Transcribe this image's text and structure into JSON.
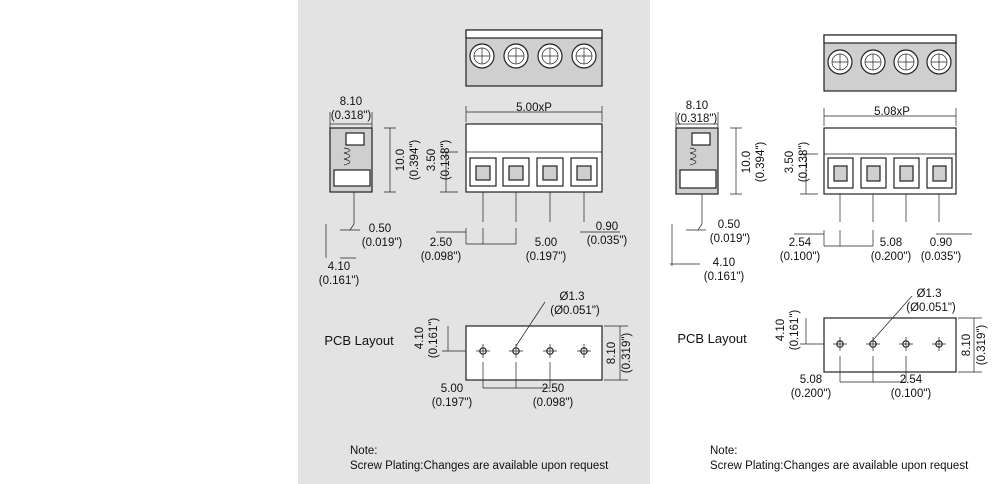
{
  "left": {
    "top_width": "5.00xP",
    "side_width_mm": "8.10",
    "side_width_in": "(0.318\")",
    "height_mm": "10.0",
    "height_in": "(0.394\")",
    "shoulder_mm": "3.50",
    "shoulder_in": "(0.138\")",
    "pin_w_mm": "0.50",
    "pin_w_in": "(0.019\")",
    "pin_len_mm": "4.10",
    "pin_len_in": "(0.161\")",
    "offset_mm": "2.50",
    "offset_in": "(0.098\")",
    "pitch_mm": "5.00",
    "pitch_in": "(0.197\")",
    "pin_sq_mm": "0.90",
    "pin_sq_in": "(0.035\")",
    "pcb_label": "PCB Layout",
    "hole_mm": "Ø1.3",
    "hole_in": "(Ø0.051\")",
    "pcb_h1_mm": "4.10",
    "pcb_h1_in": "(0.161\")",
    "pcb_h2_mm": "8.10",
    "pcb_h2_in": "(0.319\")",
    "pcb_pitch_mm": "5.00",
    "pcb_pitch_in": "(0.197\")",
    "pcb_off_mm": "2.50",
    "pcb_off_in": "(0.098\")",
    "note_title": "Note:",
    "note_text": "Screw Plating:Changes are available upon request"
  },
  "right": {
    "top_width": "5.08xP",
    "side_width_mm": "8.10",
    "side_width_in": "(0.318\")",
    "height_mm": "10.0",
    "height_in": "(0.394\")",
    "shoulder_mm": "3.50",
    "shoulder_in": "(0.138\")",
    "pin_w_mm": "0.50",
    "pin_w_in": "(0.019\")",
    "pin_len_mm": "4.10",
    "pin_len_in": "(0.161\")",
    "offset_mm": "2.54",
    "offset_in": "(0.100\")",
    "pitch_mm": "5.08",
    "pitch_in": "(0.200\")",
    "pin_sq_mm": "0.90",
    "pin_sq_in": "(0.035\")",
    "pcb_label": "PCB Layout",
    "hole_mm": "Ø1.3",
    "hole_in": "(Ø0.051\")",
    "pcb_h1_mm": "4.10",
    "pcb_h1_in": "(0.161\")",
    "pcb_h2_mm": "8.10",
    "pcb_h2_in": "(0.319\")",
    "pcb_pitch_mm": "5.08",
    "pcb_pitch_in": "(0.200\")",
    "pcb_off_mm": "2.54",
    "pcb_off_in": "(0.100\")",
    "note_title": "Note:",
    "note_text": "Screw Plating:Changes are available upon request"
  }
}
